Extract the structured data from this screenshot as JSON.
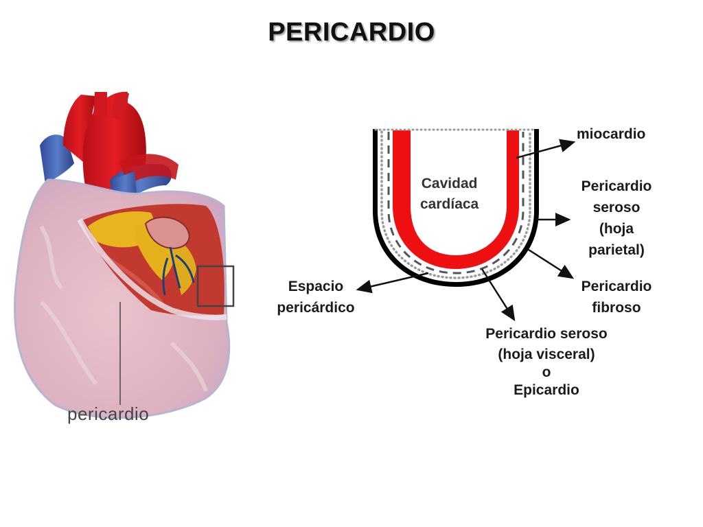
{
  "title": "PERICARDIO",
  "illustration": {
    "caption": "pericardio"
  },
  "schematic": {
    "cavity": [
      "Cavidad",
      "cardíaca"
    ],
    "labels": {
      "miocardio": "miocardio",
      "seroso_parietal": [
        "Pericardio",
        "seroso",
        "(hoja",
        "parietal)"
      ],
      "fibroso": [
        "Pericardio",
        "fibroso"
      ],
      "espacio": [
        "Espacio",
        "pericárdico"
      ],
      "visceral": [
        "Pericardio seroso",
        "(hoja visceral)",
        "o",
        "Epicardio"
      ]
    }
  },
  "colors": {
    "myocardium": "#ee1010",
    "fibrous": "#000000",
    "serous_dashes": "#555555",
    "dotted_space": "#9a9a9a",
    "pericardium_film": "#d8cde6",
    "aorta": "#d8141c",
    "vena_cava": "#3f5fb0",
    "fat": "#e8b520"
  }
}
